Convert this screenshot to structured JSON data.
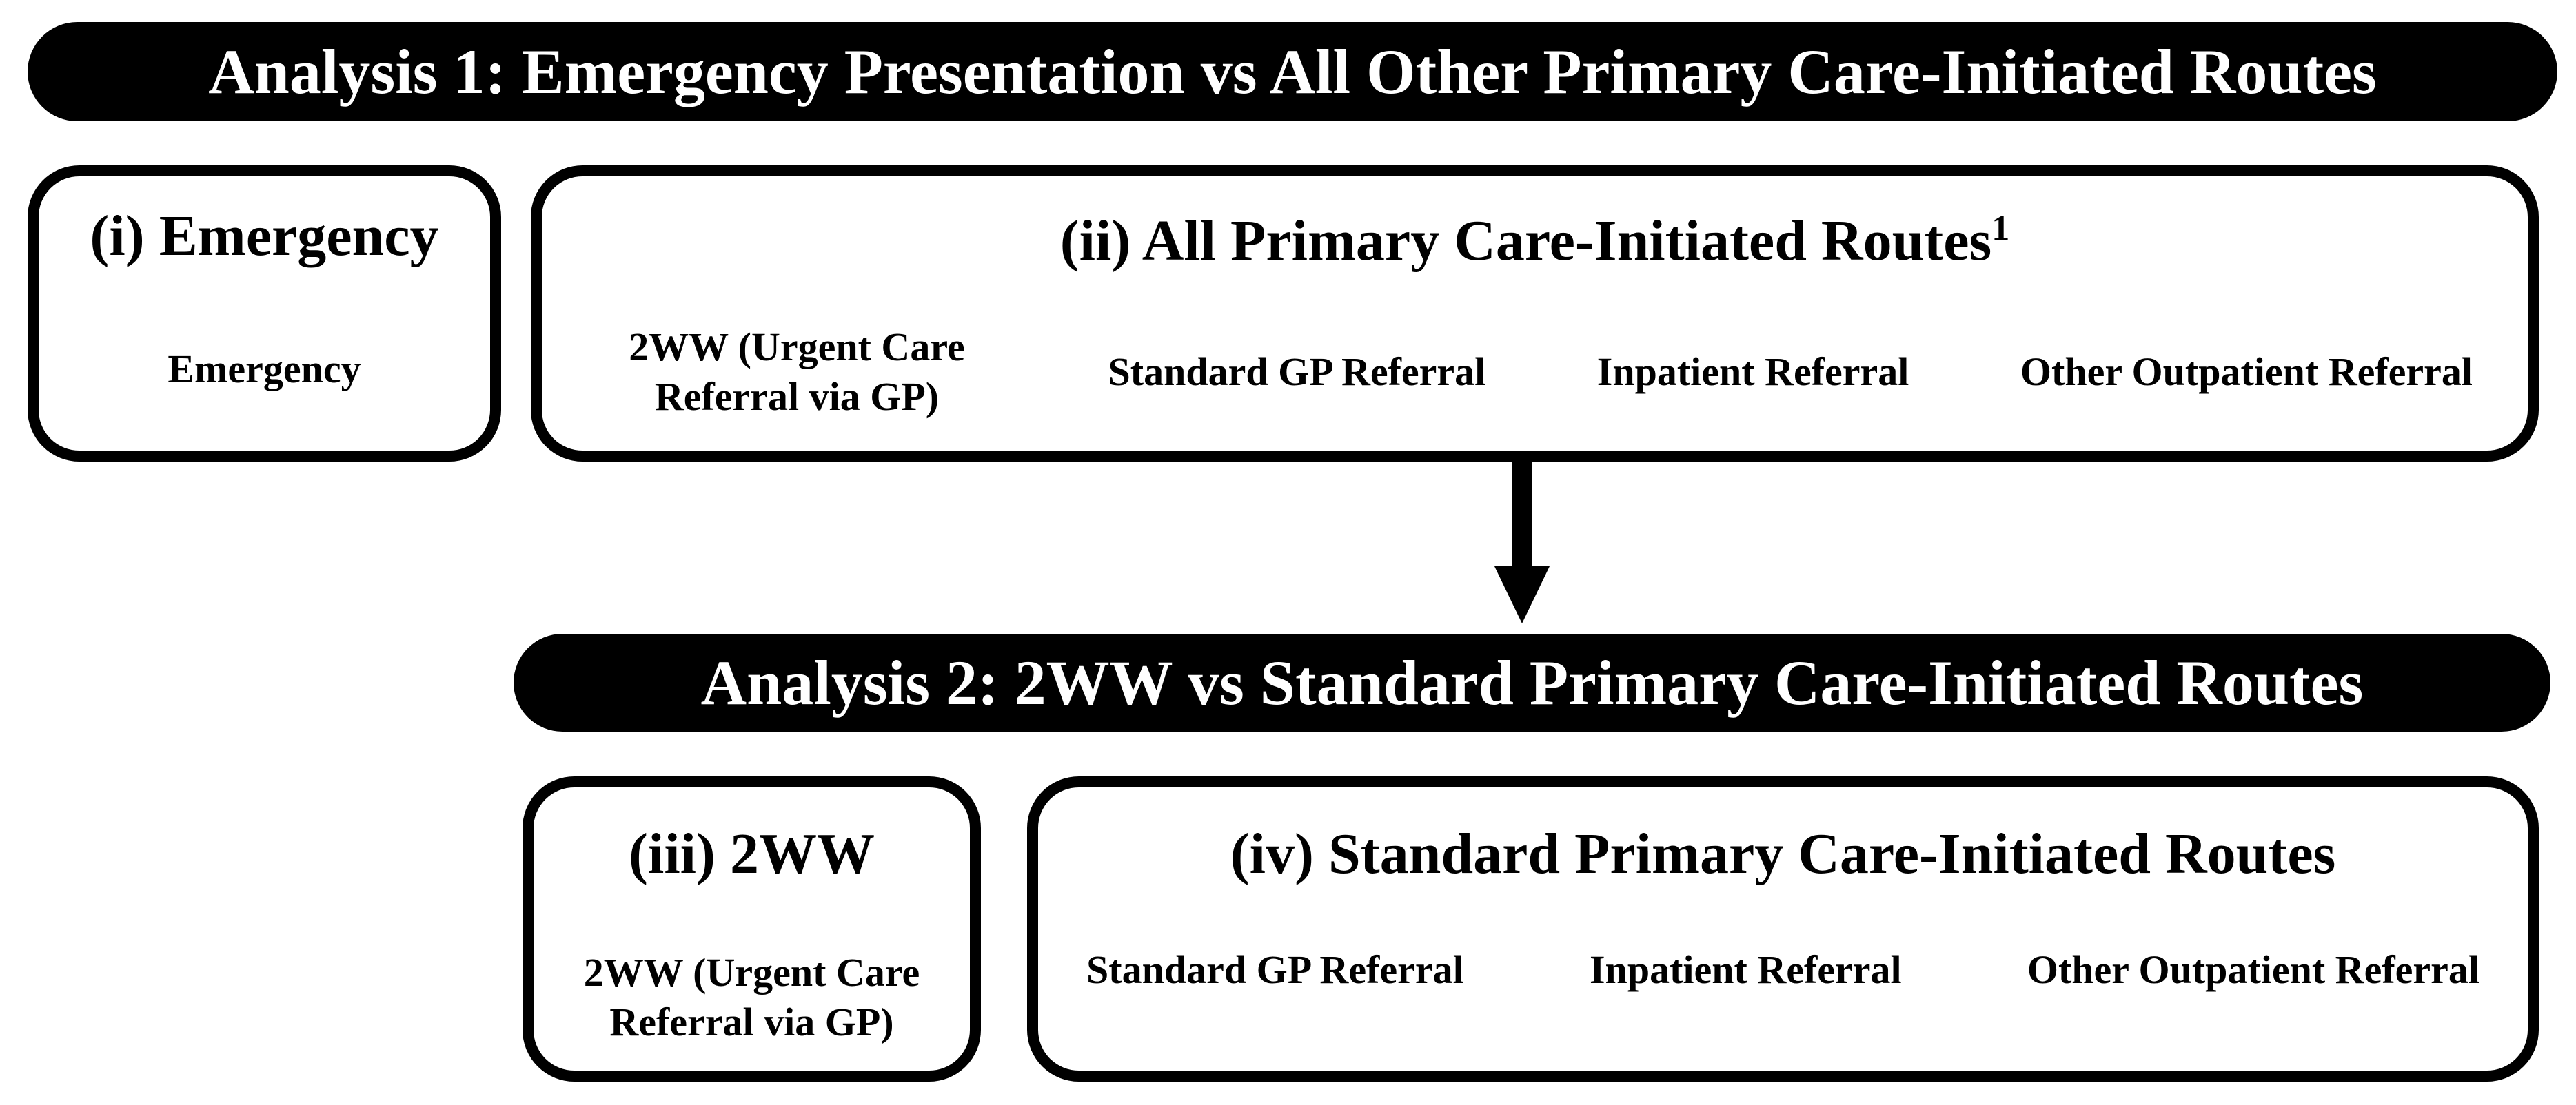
{
  "colors": {
    "banner_background": "#000000",
    "banner_text": "#ffffff",
    "box_border": "#000000",
    "box_background": "#ffffff",
    "text": "#000000",
    "page_background": "#ffffff"
  },
  "analysis1": {
    "banner": "Analysis 1: Emergency Presentation vs All Other Primary Care-Initiated Routes",
    "group_i": {
      "title": "(i) Emergency",
      "items": [
        "Emergency"
      ]
    },
    "group_ii": {
      "title": "(ii) All Primary Care-Initiated Routes",
      "title_sup": "1",
      "items": [
        "2WW (Urgent Care Referral via GP)",
        "Standard GP Referral",
        "Inpatient Referral",
        "Other Outpatient Referral"
      ]
    }
  },
  "connector": {
    "icon": "down-arrow-icon"
  },
  "analysis2": {
    "banner": "Analysis 2: 2WW vs Standard Primary Care-Initiated Routes",
    "group_iii": {
      "title": "(iii) 2WW",
      "items": [
        "2WW (Urgent Care Referral via GP)"
      ]
    },
    "group_iv": {
      "title": "(iv) Standard Primary Care-Initiated Routes",
      "items": [
        "Standard GP Referral",
        "Inpatient Referral",
        "Other Outpatient Referral"
      ]
    }
  }
}
